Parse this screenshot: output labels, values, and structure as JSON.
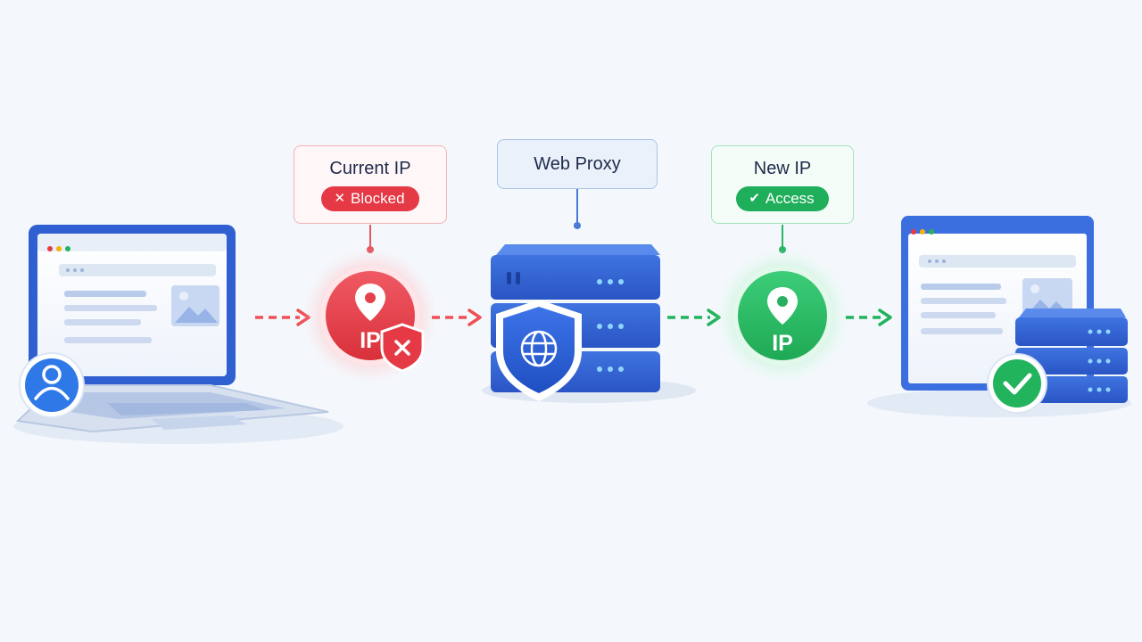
{
  "labels": {
    "current_ip": {
      "title": "Current IP",
      "badge": "Blocked",
      "badge_icon": "x-icon",
      "color": "#e63946"
    },
    "web_proxy": {
      "title": "Web Proxy"
    },
    "new_ip": {
      "title": "New IP",
      "badge": "Access",
      "badge_icon": "check-icon",
      "color": "#1fae5a"
    }
  },
  "nodes": {
    "current_ip_circle": {
      "text": "IP",
      "icon": "location-pin-icon"
    },
    "new_ip_circle": {
      "text": "IP",
      "icon": "location-pin-icon"
    }
  },
  "colors": {
    "red": "#e63946",
    "green": "#22b35d",
    "blue": "#2f5fd0",
    "background": "#f4f8fc"
  }
}
